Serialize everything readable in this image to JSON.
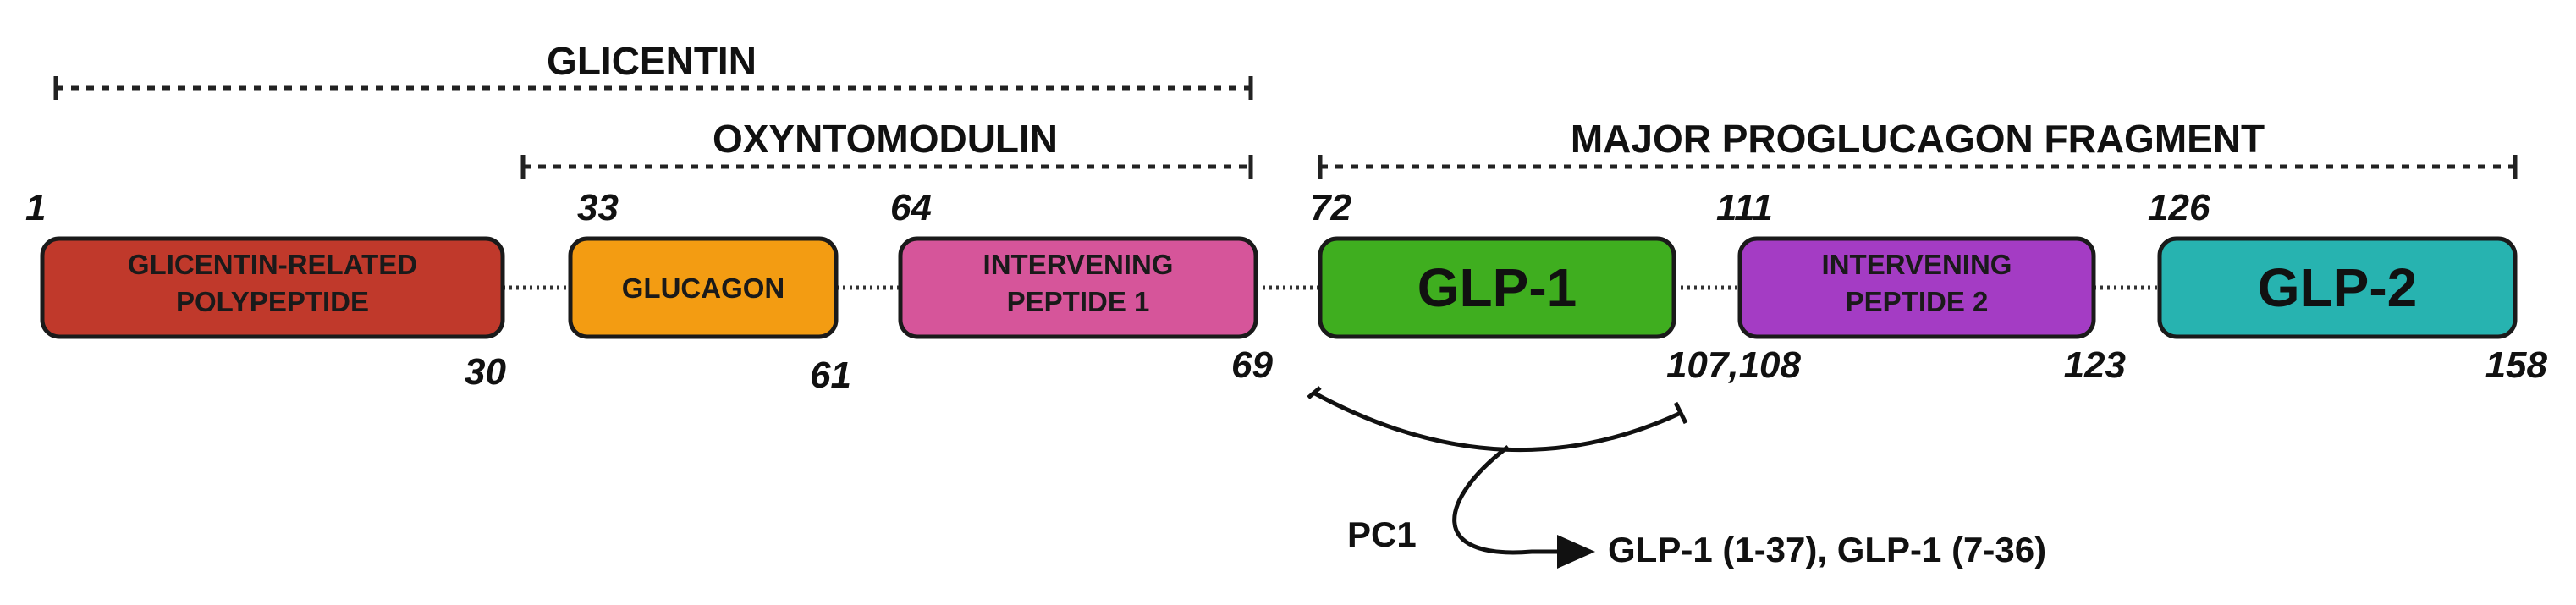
{
  "ranges": [
    {
      "id": "glicentin",
      "label": "GLICENTIN"
    },
    {
      "id": "oxyntomodulin",
      "label": "OXYNTOMODULIN"
    },
    {
      "id": "mpgf",
      "label": "MAJOR PROGLUCAGON FRAGMENT"
    }
  ],
  "segments": [
    {
      "id": "grpp",
      "lines": [
        "GLICENTIN-RELATED",
        "POLYPEPTIDE"
      ],
      "start": "1",
      "end": "30",
      "color": "#c0392b"
    },
    {
      "id": "glucagon",
      "lines": [
        "GLUCAGON"
      ],
      "start": "33",
      "end": "61",
      "color": "#f39c12"
    },
    {
      "id": "ip1",
      "lines": [
        "INTERVENING",
        "PEPTIDE 1"
      ],
      "start": "64",
      "end": "69",
      "color": "#d6559a"
    },
    {
      "id": "glp1",
      "lines": [
        "GLP-1"
      ],
      "start": "72",
      "end": "107,108",
      "color": "#3fae1f"
    },
    {
      "id": "ip2",
      "lines": [
        "INTERVENING",
        "PEPTIDE 2"
      ],
      "start": "111",
      "end": "123",
      "color": "#a43cc4"
    },
    {
      "id": "glp2",
      "lines": [
        "GLP-2"
      ],
      "start": "126",
      "end": "158",
      "color": "#27b3b0"
    }
  ],
  "cleavage": {
    "enzyme": "PC1",
    "products": "GLP-1 (1-37), GLP-1 (7-36)"
  }
}
